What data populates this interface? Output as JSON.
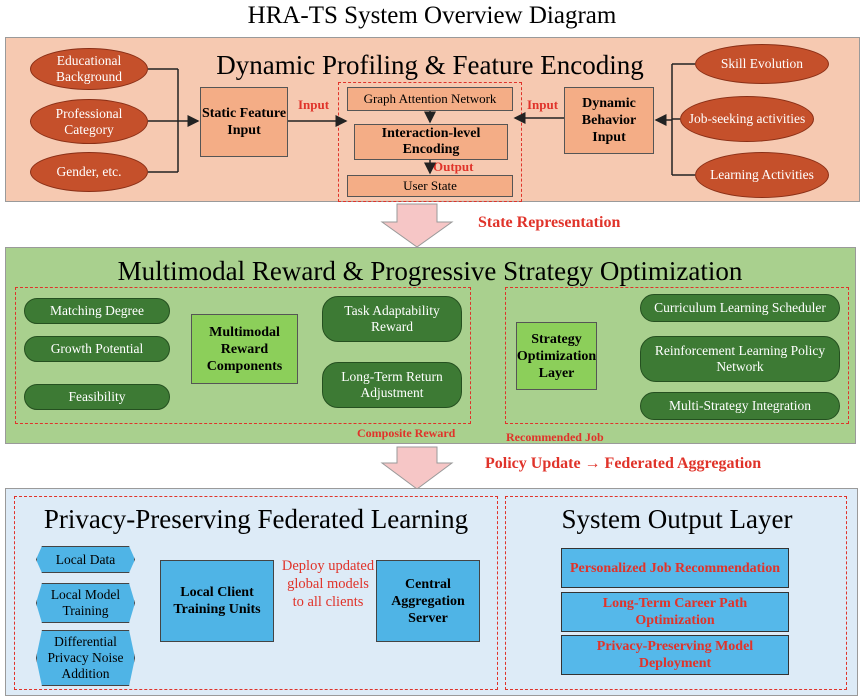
{
  "title": "HRA-TS System Overview Diagram",
  "section1": {
    "title": "Dynamic Profiling & Feature Encoding",
    "left_inputs": [
      "Educational Background",
      "Professional Category",
      "Gender, etc."
    ],
    "static_box": "Static Feature Input",
    "input_left": "Input",
    "gat": "Graph Attention Network",
    "interaction": "Interaction-level Encoding",
    "output": "Output",
    "user_state": "User State",
    "input_right": "Input",
    "dynamic_box": "Dynamic Behavior Input",
    "right_inputs": [
      "Skill Evolution",
      "Job-seeking activities",
      "Learning Activities"
    ]
  },
  "arrow1_label": "State Representation",
  "section2": {
    "title": "Multimodal Reward & Progressive Strategy Optimization",
    "left_pills": [
      "Matching Degree",
      "Growth Potential",
      "Feasibility"
    ],
    "reward_box": "Multimodal Reward Components",
    "right_pills": [
      "Task Adaptability Reward",
      "Long-Term Return Adjustment"
    ],
    "composite_label": "Composite Reward",
    "strategy_box": "Strategy Optimization Layer",
    "strategy_pills": [
      "Curriculum Learning Scheduler",
      "Reinforcement Learning Policy Network",
      "Multi-Strategy Integration"
    ],
    "recommended_label": "Recommended Job"
  },
  "arrow2_label": "Policy Update → Federated Aggregation",
  "section3": {
    "title": "Privacy-Preserving Federated Learning",
    "local_items": [
      "Local Data",
      "Local Model Training",
      "Differential Privacy Noise Addition"
    ],
    "client_box": "Local Client Training Units",
    "deploy_text": "Deploy updated global models to all clients",
    "server_box": "Central Aggregation Server",
    "output_title": "System Output Layer",
    "outputs": [
      "Personalized Job Recommendation",
      "Long-Term Career Path Optimization",
      "Privacy-Preserving Model Deployment"
    ]
  },
  "colors": {
    "panel1": "#f6c9b1",
    "panel2": "#a9d08e",
    "panel3": "#ddebf7",
    "ellipse": "#c5502b",
    "pill_green": "#3d7a34",
    "accent_red": "#e0332a",
    "box_blue": "#4fb4e6"
  }
}
